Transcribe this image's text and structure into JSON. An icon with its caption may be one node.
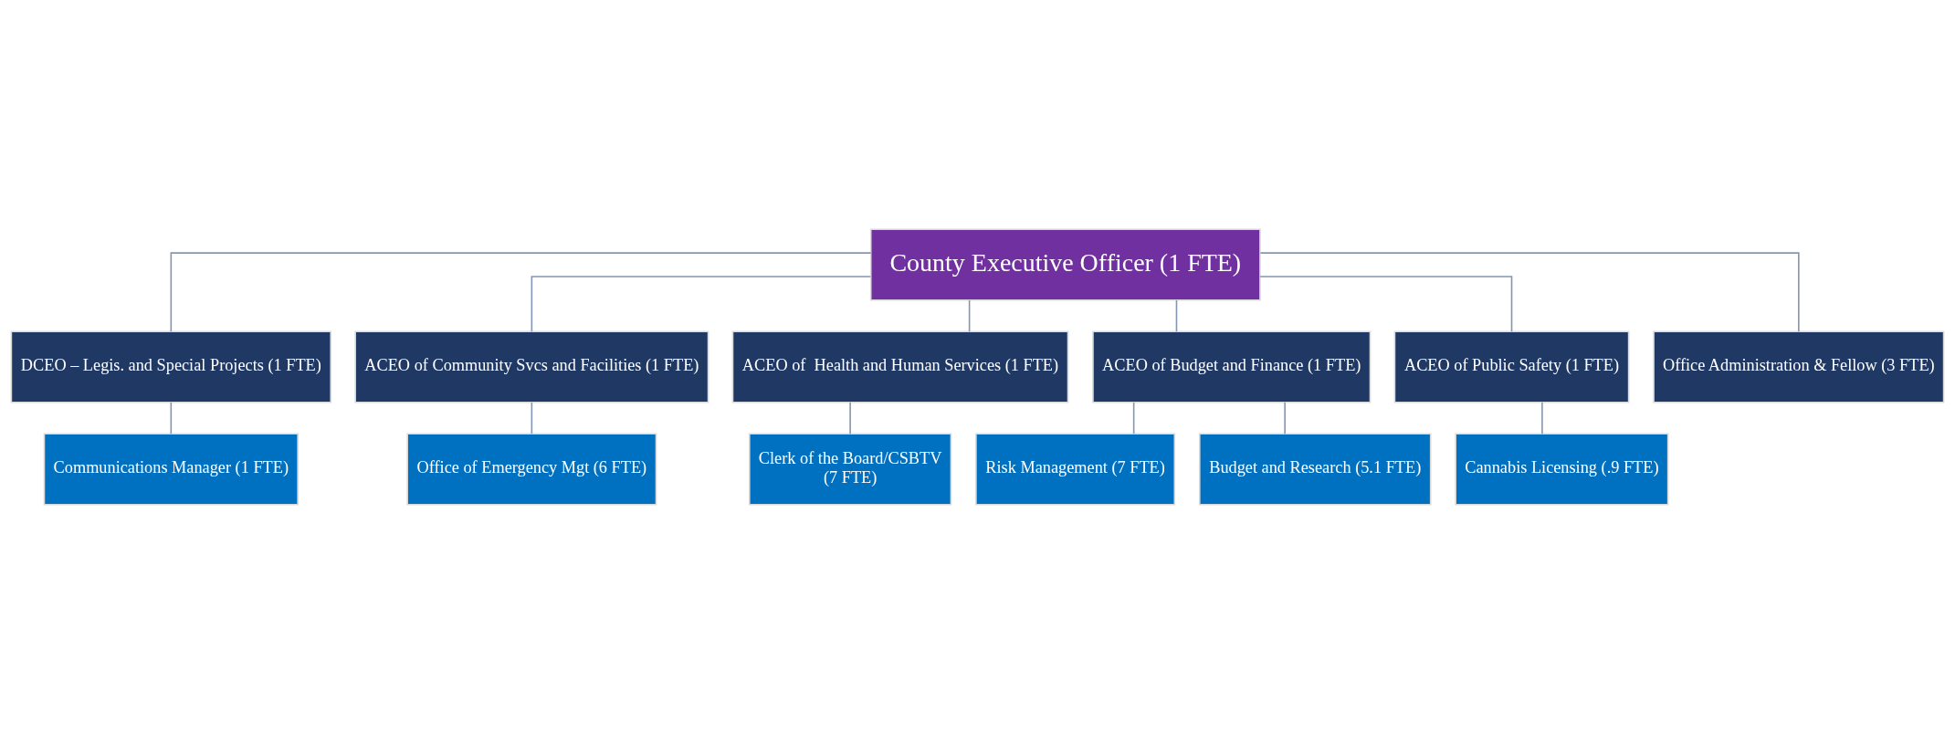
{
  "diagram": {
    "nodes": [
      {
        "text": [
          "County Executive Officer (1 FTE)"
        ]
      },
      {
        "text": [
          "DCEO – Legis. and Special Projects (1 FTE)"
        ]
      },
      {
        "text": [
          "ACEO of Community Svcs and Facilities (1 FTE)"
        ]
      },
      {
        "text": [
          "ACEO of  Health and Human Services (1 FTE)"
        ]
      },
      {
        "text": [
          "ACEO of Budget and Finance (1 FTE)"
        ]
      },
      {
        "text": [
          "ACEO of Public Safety (1 FTE)"
        ]
      },
      {
        "text": [
          "Office Administration & Fellow (3 FTE)"
        ]
      },
      {
        "text": [
          "Communications Manager (1 FTE)"
        ]
      },
      {
        "text": [
          "Office of Emergency Mgt (6 FTE)"
        ]
      },
      {
        "text": [
          "Clerk of the Board/CSBTV",
          "(7 FTE)"
        ]
      },
      {
        "text": [
          "Risk Management (7 FTE)"
        ]
      },
      {
        "text": [
          "Budget and Research (5.1 FTE)"
        ]
      },
      {
        "text": [
          "Cannabis Licensing (.9 FTE)"
        ]
      }
    ],
    "edges": [
      {
        "from": 0,
        "to": 1,
        "arrow": "none"
      },
      {
        "from": 0,
        "to": 2,
        "arrow": "none"
      },
      {
        "from": 0,
        "to": 3,
        "arrow": "none"
      },
      {
        "from": 0,
        "to": 4,
        "arrow": "none"
      },
      {
        "from": 0,
        "to": 5,
        "arrow": "none"
      },
      {
        "from": 0,
        "to": 6,
        "arrow": "none"
      },
      {
        "from": 1,
        "to": 7,
        "arrow": "none"
      },
      {
        "from": 2,
        "to": 8,
        "arrow": "none"
      },
      {
        "from": 3,
        "to": 9,
        "arrow": "none"
      },
      {
        "from": 4,
        "to": 10,
        "arrow": "none"
      },
      {
        "from": 4,
        "to": 11,
        "arrow": "none"
      },
      {
        "from": 5,
        "to": 12,
        "arrow": "none"
      }
    ]
  }
}
